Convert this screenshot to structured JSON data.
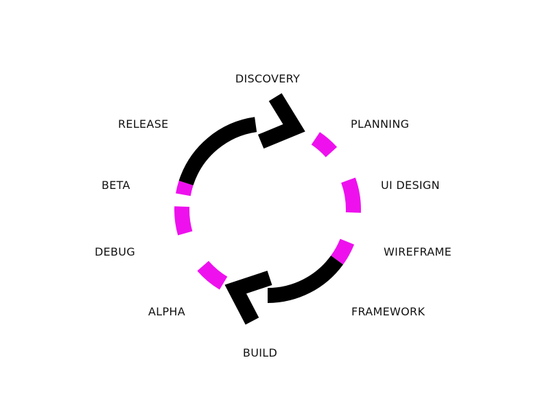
{
  "colors": {
    "arrow": "#000000",
    "dash": "#ee11ee",
    "text": "#111111",
    "background": "#ffffff"
  },
  "stages": [
    {
      "key": "discovery",
      "label": "DISCOVERY"
    },
    {
      "key": "planning",
      "label": "PLANNING"
    },
    {
      "key": "ui_design",
      "label": "UI DESIGN"
    },
    {
      "key": "wireframe",
      "label": "WIREFRAME"
    },
    {
      "key": "framework",
      "label": "FRAMEWORK"
    },
    {
      "key": "build",
      "label": "BUILD"
    },
    {
      "key": "alpha",
      "label": "ALPHA"
    },
    {
      "key": "debug",
      "label": "DEBUG"
    },
    {
      "key": "beta",
      "label": "BETA"
    },
    {
      "key": "release",
      "label": "RELEASE"
    }
  ]
}
